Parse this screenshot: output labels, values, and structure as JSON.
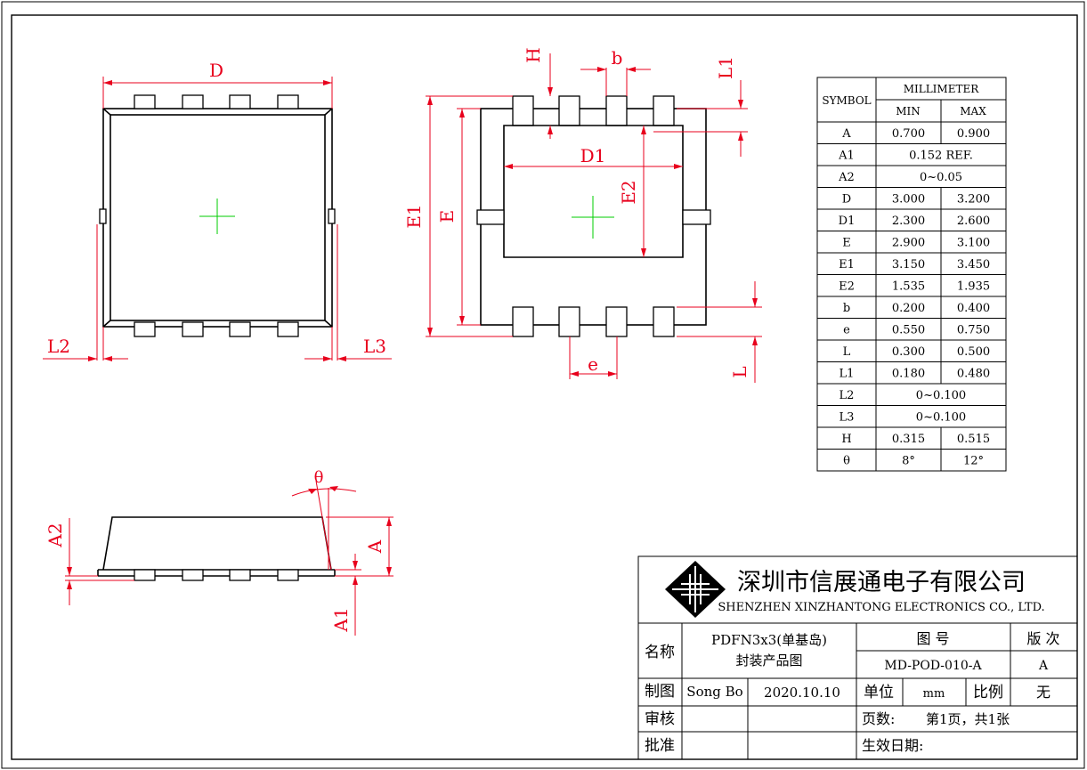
{
  "top_view_labels": {
    "D": "D",
    "L2": "L2",
    "L3": "L3"
  },
  "bottom_view_labels": {
    "H": "H",
    "b": "b",
    "L1": "L1",
    "D1": "D1",
    "E1": "E1",
    "E": "E",
    "E2": "E2",
    "e": "e",
    "L": "L"
  },
  "side_view_labels": {
    "theta": "θ",
    "A2": "A2",
    "A": "A",
    "A1": "A1"
  },
  "spec_table": {
    "header": {
      "symbol": "SYMBOL",
      "unit": "MILLIMETER",
      "min": "MIN",
      "max": "MAX"
    },
    "rows": [
      {
        "symbol": "A",
        "min": "0.700",
        "max": "0.900"
      },
      {
        "symbol": "A1",
        "value": "0.152 REF."
      },
      {
        "symbol": "A2",
        "value": "0~0.05"
      },
      {
        "symbol": "D",
        "min": "3.000",
        "max": "3.200"
      },
      {
        "symbol": "D1",
        "min": "2.300",
        "max": "2.600"
      },
      {
        "symbol": "E",
        "min": "2.900",
        "max": "3.100"
      },
      {
        "symbol": "E1",
        "min": "3.150",
        "max": "3.450"
      },
      {
        "symbol": "E2",
        "min": "1.535",
        "max": "1.935"
      },
      {
        "symbol": "b",
        "min": "0.200",
        "max": "0.400"
      },
      {
        "symbol": "e",
        "min": "0.550",
        "max": "0.750"
      },
      {
        "symbol": "L",
        "min": "0.300",
        "max": "0.500"
      },
      {
        "symbol": "L1",
        "min": "0.180",
        "max": "0.480"
      },
      {
        "symbol": "L2",
        "value": "0~0.100"
      },
      {
        "symbol": "L3",
        "value": "0~0.100"
      },
      {
        "symbol": "H",
        "min": "0.315",
        "max": "0.515"
      },
      {
        "symbol": "θ",
        "min": "8°",
        "max": "12°"
      }
    ]
  },
  "title_block": {
    "company_cn": "深圳市信展通电子有限公司",
    "company_en": "SHENZHEN XINZHANTONG ELECTRONICS CO., LTD.",
    "name_label": "名称",
    "name_value_1": "PDFN3x3(单基岛)",
    "name_value_2": "封装产品图",
    "drawing_no_label": "图 号",
    "drawing_no": "MD-POD-010-A",
    "version_label": "版 次",
    "version": "A",
    "drawn_label": "制图",
    "drawn_by": "Song Bo",
    "date": "2020.10.10",
    "unit_label": "单位",
    "unit": "mm",
    "scale_label": "比例",
    "scale": "无",
    "review_label": "审核",
    "pages_label": "页数:",
    "pages": "第1页，共1张",
    "approve_label": "批准",
    "effective_label": "生效日期:"
  }
}
